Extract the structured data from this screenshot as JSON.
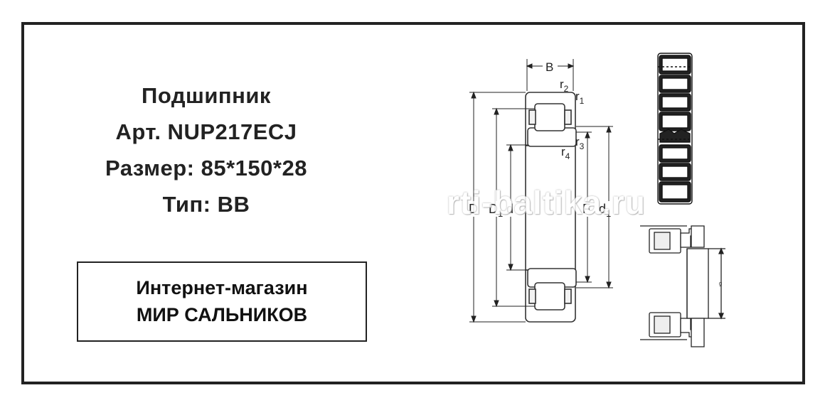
{
  "product": {
    "heading": "Подшипник",
    "article": "Арт.  NUP217ECJ",
    "size": "Размер:  85*150*28",
    "type": "Тип:  BB"
  },
  "shop": {
    "line1": "Интернет-магазин",
    "line2": "МИР САЛЬНИКОВ"
  },
  "watermark": "rti-baltika.ru",
  "drawing_labels": {
    "B": "B",
    "r": "r",
    "r2_sub": "2",
    "r1_sub": "1",
    "r3_sub": "3",
    "r4_sub": "4",
    "D": "D",
    "D1_main": "D",
    "D1_sub": "1",
    "d": "d",
    "F": "F",
    "d1_main": "d",
    "d1_sub": "1",
    "small_mark": "ᵍ"
  }
}
